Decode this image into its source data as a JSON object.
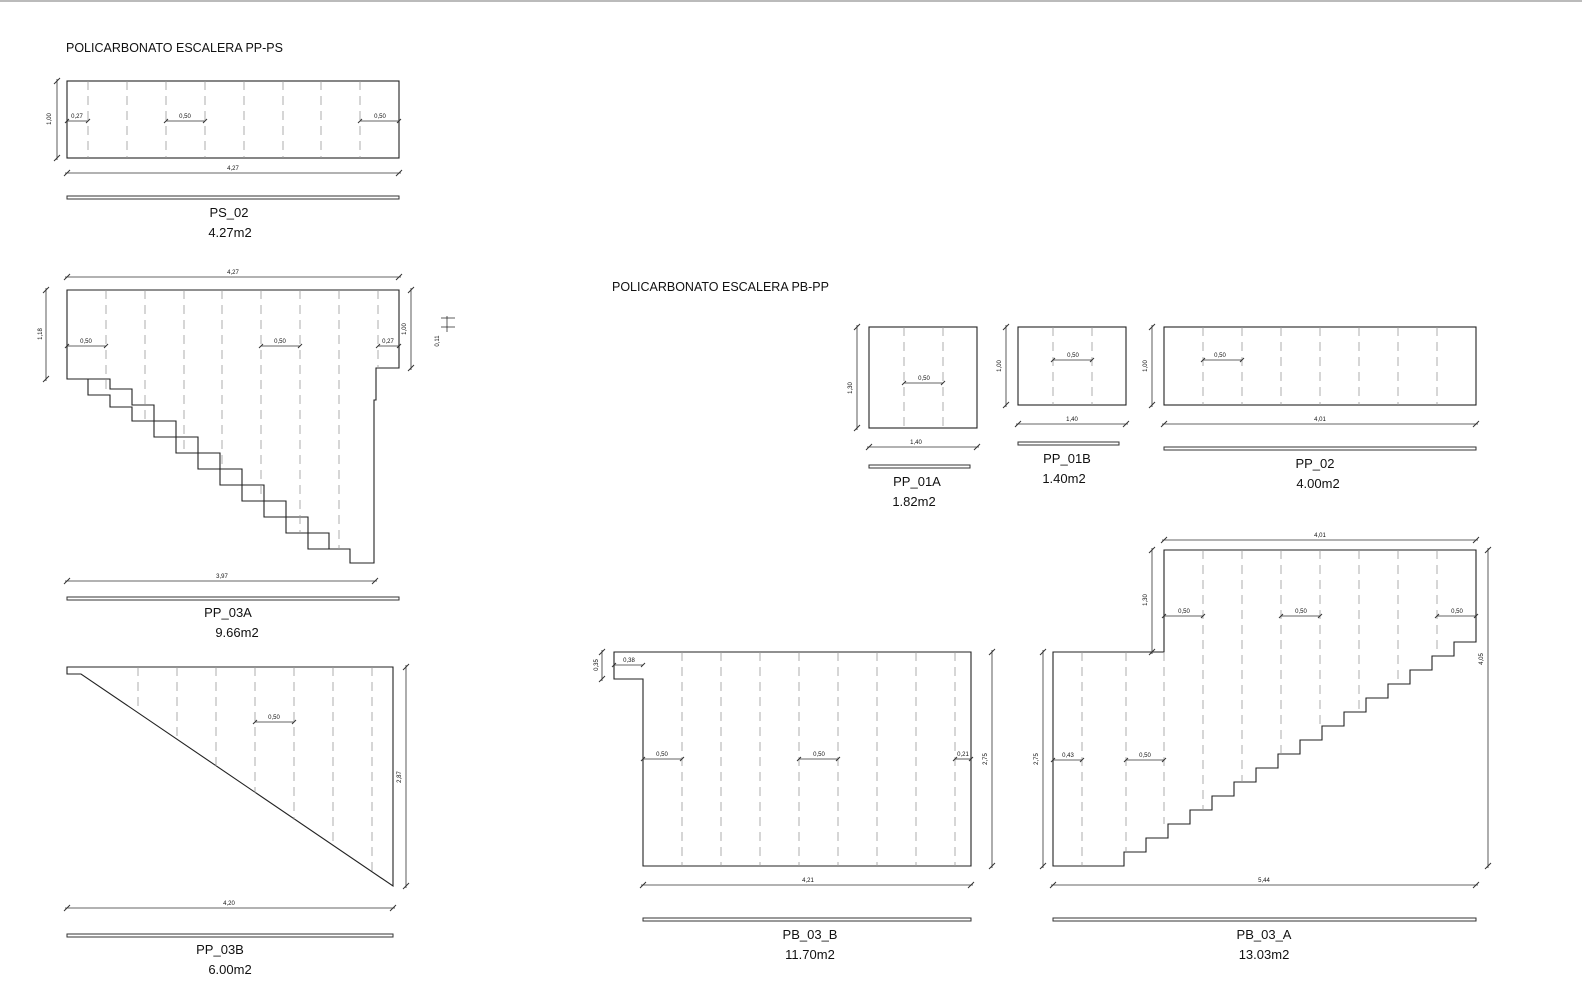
{
  "sections": [
    {
      "title": "POLICARBONATO ESCALERA PP-PS"
    },
    {
      "title": "POLICARBONATO ESCALERA PB-PP"
    }
  ],
  "panels": [
    {
      "name": "PS_02",
      "area": "4.27m2",
      "dims": {
        "width": "4,27",
        "height": "1,00",
        "seg_a": "0,27",
        "seg_b": "0,50",
        "seg_c": "0,50"
      }
    },
    {
      "name": "PP_03A",
      "area": "9.66m2",
      "dims": {
        "top": "4,27",
        "left": "1,18",
        "right": "1,00",
        "step": "0,11",
        "bottom": "3,97",
        "seg_a": "0,50",
        "seg_b": "0,50",
        "seg_c": "0,27"
      }
    },
    {
      "name": "PP_03B",
      "area": "6.00m2",
      "dims": {
        "bottom": "4,20",
        "right": "2,87",
        "seg_a": "0,50"
      }
    },
    {
      "name": "PP_01A",
      "area": "1.82m2",
      "dims": {
        "height": "1,30",
        "width": "1,40",
        "seg_a": "0,50"
      }
    },
    {
      "name": "PP_01B",
      "area": "1.40m2",
      "dims": {
        "height": "1,00",
        "width": "1,40",
        "seg_a": "0,50"
      }
    },
    {
      "name": "PP_02",
      "area": "4.00m2",
      "dims": {
        "height": "1,00",
        "width": "4,01",
        "seg_a": "0,50"
      }
    },
    {
      "name": "PB_03_B",
      "area": "11.70m2",
      "dims": {
        "notch_h": "0,35",
        "notch_w": "0,38",
        "height": "2,75",
        "width": "4,21",
        "seg_a": "0,50",
        "seg_b": "0,50",
        "seg_c": "0,21"
      }
    },
    {
      "name": "PB_03_A",
      "area": "13.03m2",
      "dims": {
        "top": "4,01",
        "upper": "1,30",
        "left": "2,75",
        "right": "4,05",
        "width": "5,44",
        "seg_a": "0,50",
        "seg_b": "0,50",
        "seg_c": "0,50",
        "seg_d": "0,43",
        "seg_e": "0,50"
      }
    }
  ]
}
